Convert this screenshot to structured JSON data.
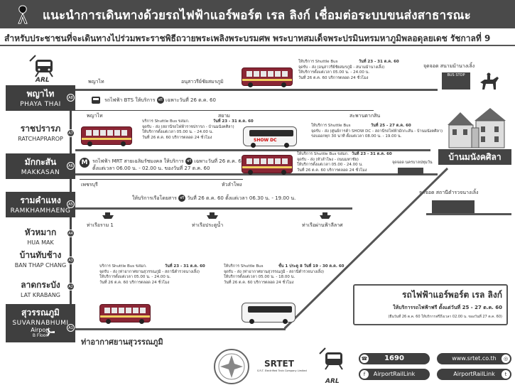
{
  "header": {
    "title": "แนะนำการเดินทางด้วยรถไฟฟ้าแอร์พอร์ต เรล ลิงก์ เชื่อมต่อระบบขนส่งสาธารณะ",
    "subtitle": "สำหรับประชาชนที่จะเดินทางไปร่วมพระราชพิธีถวายพระเพลิงพระบรมศพ พระบาทสมเด็จพระปรมินทรมหาภูมิพลอดุลยเดช รัชกาลที่ 9"
  },
  "logos": {
    "arl_top": "ARL",
    "arl_footer": "ARL",
    "srtet": "SRTET"
  },
  "stations": [
    {
      "th": "พญาไท",
      "en": "PHAYA THAI",
      "code": "A8"
    },
    {
      "th": "ราชปรารภ",
      "en": "RATCHAPRARОP",
      "code": "A7"
    },
    {
      "th": "มักกะสัน",
      "en": "MAKKASAN",
      "code": "A6"
    },
    {
      "th": "รามคำแหง",
      "en": "RAMKHAMHAENG",
      "code": "A5"
    },
    {
      "th": "หัวหมาก",
      "en": "HUA MAK",
      "code": "A4"
    },
    {
      "th": "บ้านทับช้าง",
      "en": "BAN THAP CHANG",
      "code": "A3"
    },
    {
      "th": "ลาดกระบัง",
      "en": "LAT KRABANG",
      "code": "A2"
    },
    {
      "th": "สุวรรณภูมิ",
      "en": "SUVARNABHUMI",
      "code": "A1",
      "extra": "Airport",
      "floor": "B Floor."
    }
  ],
  "phayathai": {
    "left_label": "พญาไท",
    "mid_label": "อนุสาวรีย์ชัยสมรภูมิ",
    "bts_label": "พญาไท",
    "bts_text": "รถไฟฟ้า BTS ให้บริการ",
    "free": "ฟรี",
    "bts_date": "เฉพาะวันที่ 26 ต.ค. 60",
    "siam": "สยาม",
    "sapan": "สะพานตากสิน",
    "shuttle_lines": [
      "ให้บริการ Shuttle Bus",
      "วันที่ 23 - 31 ต.ค. 60",
      "จุดรับ - ส่ง (อนุสาวรีย์ชัยสมรภูมิ - สนามม้านางเลิ้ง)",
      "ให้บริการตั้งแต่เวลา 05.00 น. - 24.00 น.",
      "วันที่ 26 ต.ค. 60 บริการตลอด 24 ชั่วโมง"
    ],
    "dest": "จุดจอด สนามม้านางเลิ้ง",
    "bus_stop": "BUS STOP"
  },
  "ratchaprarop": {
    "shuttle_lines": [
      "บริการ Shuttle Bus ขสมก.",
      "วันที่ 23 - 31 ต.ค. 60",
      "จุดรับ - ส่ง (สถานีรถไฟฟ้าราชปรารภ - บ้านมนังคศิลา)",
      "ให้บริการตั้งแต่เวลา 05.00 น. - 24.00 น.",
      "วันที่ 26 ต.ค. 60 บริการตลอด 24 ชั่วโมง"
    ],
    "show_lines": [
      "ให้บริการ Shuttle Bus",
      "วันที่ 25 - 27 ต.ค. 60",
      "จุดรับ - ส่ง (ศูนย์การค้า SHOW DC - สถานีรถไฟฟ้ามักกะสัน - บ้านมนังคศิลา)",
      "รอบออกทุก 30 นาที ตั้งแต่เวลา 08.00 น. - 19.00 น."
    ],
    "show_bus": "SHOW DC"
  },
  "makkasan": {
    "mrt_text": "รถไฟฟ้า MRT สายเฉลิมรัชมงคล ให้บริการ",
    "free": "ฟรี",
    "mrt_date": "เฉพาะวันที่ 26 ต.ค. 60",
    "mrt_time": "ตั้งแต่เวลา 06.00 น. - 02.00 น. ของวันที่ 27 ต.ค. 60",
    "phetchaburi": "เพชรบุรี",
    "hualamphong": "หัวลำโพง",
    "shuttle_lines": [
      "ให้บริการ Shuttle Bus ขสมก.",
      "วันที่ 23 - 31 ต.ค. 60",
      "จุดรับ - ส่ง (หัวลำโพง - ถนนมหาชัย)",
      "ให้บริการตั้งแต่เวลา 05.00 - 24.00 น.",
      "วันที่ 26 ต.ค. 60 บริการตลอด 24 ชั่วโมง"
    ],
    "dest": "จุดจอด นครบาลปทุมวัน",
    "landmark": "บ้านมนังคศิลา"
  },
  "ramkhamhaeng": {
    "boat_text": "ให้บริการเรือโดยสาร",
    "free": "ฟรี",
    "boat_date": "วันที่ 26 ต.ค. 60 ตั้งแต่เวลา 06.30 น. - 19.00 น.",
    "pier1": "ท่าเรือราม 1",
    "pier2": "ท่าเรือประตูน้ำ",
    "pier3": "ท่าเรือผ่านฟ้าลีลาศ",
    "dest": "จุดจอด สถานีตำรวจนางเลิ้ง"
  },
  "suvarnabhumi": {
    "left_lines": [
      "บริการ Shuttle Bus ขสมก.",
      "วันที่ 23 - 31 ต.ค. 60",
      "จุดรับ - ส่ง (ท่าอากาศยานสุวรรณภูมิ - สถานีตำรวจนางเลิ้ง)",
      "ให้บริการตั้งแต่เวลา 05.00 น. - 24.00 น.",
      "วันที่ 26 ต.ค. 60 บริการตลอด 24 ชั่วโมง"
    ],
    "right_lines": [
      "ให้บริการ Shuttle Bus",
      "ชั้น 1 ประตู 8 วันที่ 19 - 30 ต.ค. 60",
      "จุดรับ - ส่ง (ท่าอากาศยานสุวรรณภูมิ - สถานีตำรวจนางเลิ้ง)",
      "ให้บริการตั้งแต่เวลา 05.00 น. - 18.00 น.",
      "วันที่ 26 ต.ค. 60 บริการตลอด 24 ชั่วโมง"
    ],
    "airport_label": "ท่าอากาศยานสุวรรณภูมิ"
  },
  "arl_box": {
    "title": "รถไฟฟ้าแอร์พอร์ต เรล ลิงก์",
    "line1": "ให้บริการรถไฟฟ้าฟรี ตั้งแต่วันที่ 25 - 27 ต.ค. 60",
    "line2": "(ยืนวันที่ 26 ต.ค. 60 ให้บริการฟรีถึงเวลา 02.00 น. ของวันที่ 27 ต.ค. 60)"
  },
  "footer": {
    "phone": "1690",
    "website": "www.srtet.co.th",
    "facebook": "AirportRailLink",
    "twitter": "AirportRailLink",
    "srtet_sub": "S.R.T. Electrified Train Company Limited"
  }
}
